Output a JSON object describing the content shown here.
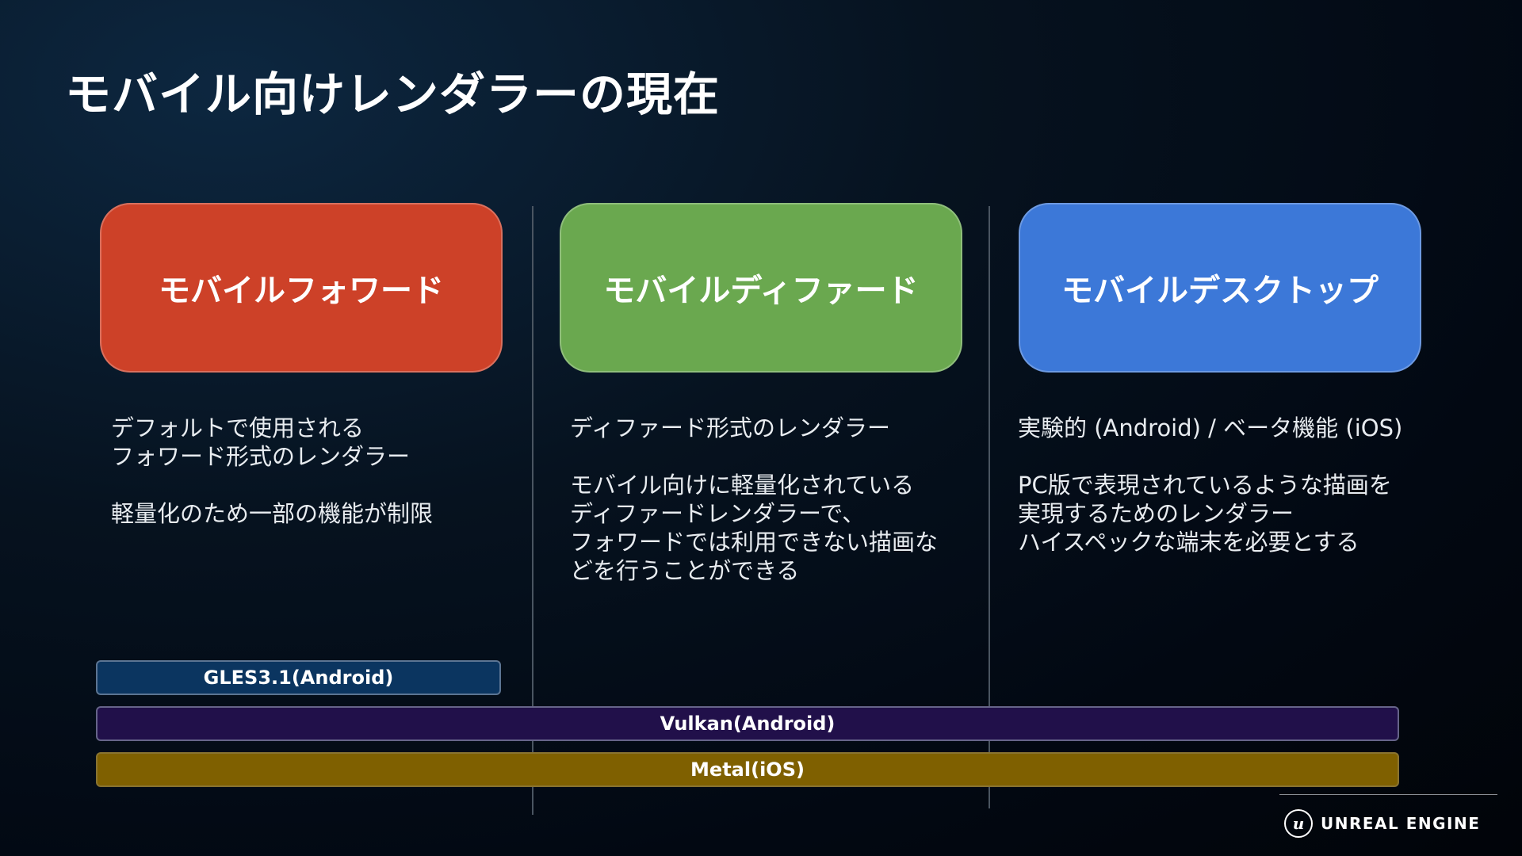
{
  "slide": {
    "title": "モバイル向けレンダラーの現在"
  },
  "columns": [
    {
      "heading": "モバイルフォワード",
      "color": "#cd4128",
      "lines": [
        "デフォルトで使用される",
        "フォワード形式のレンダラー",
        "",
        "軽量化のため一部の機能が制限"
      ]
    },
    {
      "heading": "モバイルディファード",
      "color": "#6aa84f",
      "lines": [
        "ディファード形式のレンダラー",
        "",
        "モバイル向けに軽量化されている",
        "ディファードレンダラーで、",
        "フォワードでは利用できない描画な",
        "どを行うことができる"
      ]
    },
    {
      "heading": "モバイルデスクトップ",
      "color": "#3c78d8",
      "lines": [
        "実験的 (Android) / ベータ機能 (iOS)",
        "",
        "PC版で表現されているような描画を",
        "実現するためのレンダラー",
        "ハイスペックな端末を必要とする"
      ]
    }
  ],
  "api_bars": [
    {
      "label": "GLES3.1(Android)",
      "color": "#0b3560"
    },
    {
      "label": "Vulkan(Android)",
      "color": "#21104a"
    },
    {
      "label": "Metal(iOS)",
      "color": "#7f6000"
    }
  ],
  "logo": {
    "mark": "u",
    "text": "UNREAL ENGINE"
  }
}
